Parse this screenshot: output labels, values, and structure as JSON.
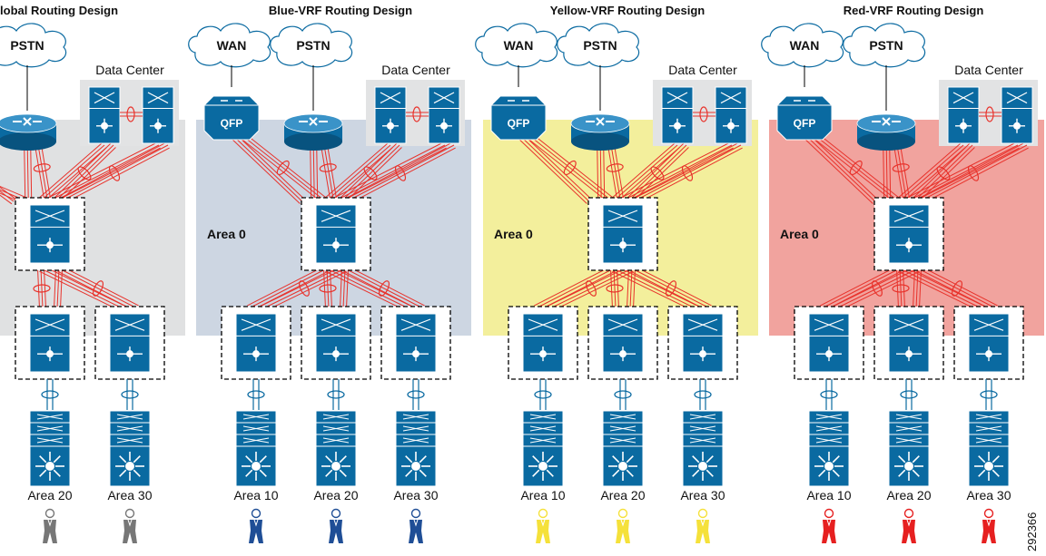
{
  "figure_id": "292366",
  "colors": {
    "device_blue": "#0a6aa1",
    "link_red": "#e8322b",
    "user_gray": "#777777",
    "user_blue": "#1f4e96",
    "user_yellow": "#f5e13a",
    "user_red": "#e62020"
  },
  "icons": [
    "cloud-icon",
    "router-icon",
    "wan-aggregation-router-icon",
    "data-center-switch-icon",
    "core-switch-icon",
    "distribution-switch-icon",
    "access-switch-stack-icon",
    "user-icon"
  ],
  "panels": [
    {
      "title": "Global Routing Design",
      "bg": "#e0e1e2",
      "has_wan": false,
      "wan_label": "",
      "pstn_label": "PSTN",
      "data_center_label": "Data Center",
      "area0_label": "",
      "areas": [
        "Area 20",
        "Area 30"
      ],
      "user_color": "#777777"
    },
    {
      "title": "Blue-VRF Routing Design",
      "bg": "#cdd6e2",
      "has_wan": true,
      "wan_label": "WAN",
      "pstn_label": "PSTN",
      "data_center_label": "Data Center",
      "area0_label": "Area 0",
      "qfp_label": "QFP",
      "areas": [
        "Area 10",
        "Area 20",
        "Area 30"
      ],
      "user_color": "#1f4e96"
    },
    {
      "title": "Yellow-VRF Routing Design",
      "bg": "#f3ef9c",
      "has_wan": true,
      "wan_label": "WAN",
      "pstn_label": "PSTN",
      "data_center_label": "Data Center",
      "area0_label": "Area 0",
      "qfp_label": "QFP",
      "areas": [
        "Area 10",
        "Area 20",
        "Area 30"
      ],
      "user_color": "#f5e13a"
    },
    {
      "title": "Red-VRF Routing Design",
      "bg": "#f1a39e",
      "has_wan": true,
      "wan_label": "WAN",
      "pstn_label": "PSTN",
      "data_center_label": "Data Center",
      "area0_label": "Area 0",
      "qfp_label": "QFP",
      "areas": [
        "Area 10",
        "Area 20",
        "Area 30"
      ],
      "user_color": "#e62020"
    }
  ]
}
